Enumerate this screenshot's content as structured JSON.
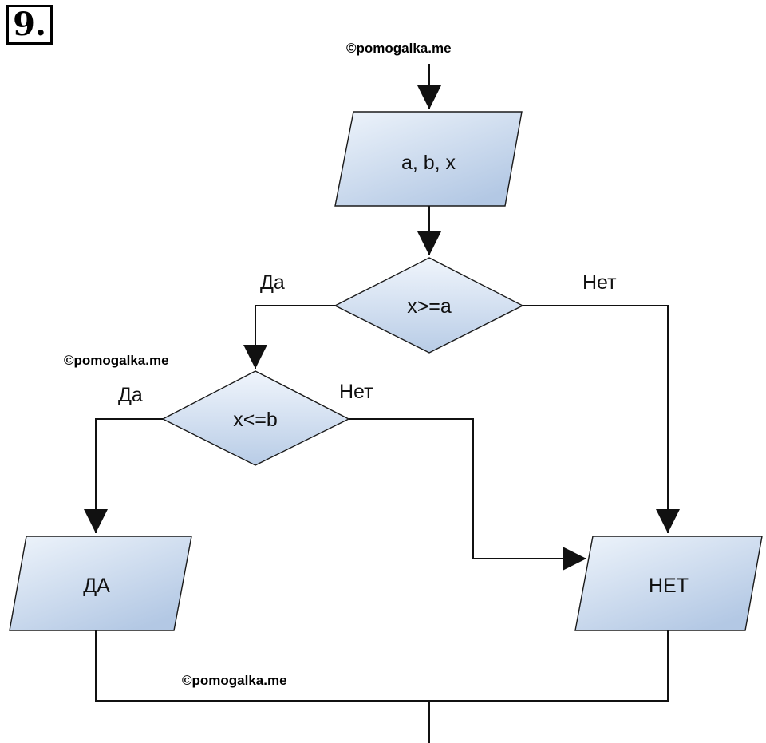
{
  "task_number": "9.",
  "watermarks": [
    "©pomogalka.me",
    "©pomogalka.me",
    "©pomogalka.me"
  ],
  "nodes": {
    "input": "a, b, x",
    "cond1": "x>=a",
    "cond2": "x<=b",
    "out_yes": "ДА",
    "out_no": "НЕТ"
  },
  "edge_labels": {
    "cond1_yes": "Да",
    "cond1_no": "Нет",
    "cond2_yes": "Да",
    "cond2_no": "Нет"
  },
  "colors": {
    "fill_light": "#e8f0fa",
    "fill_dark": "#b9cde6",
    "line": "#111111"
  }
}
